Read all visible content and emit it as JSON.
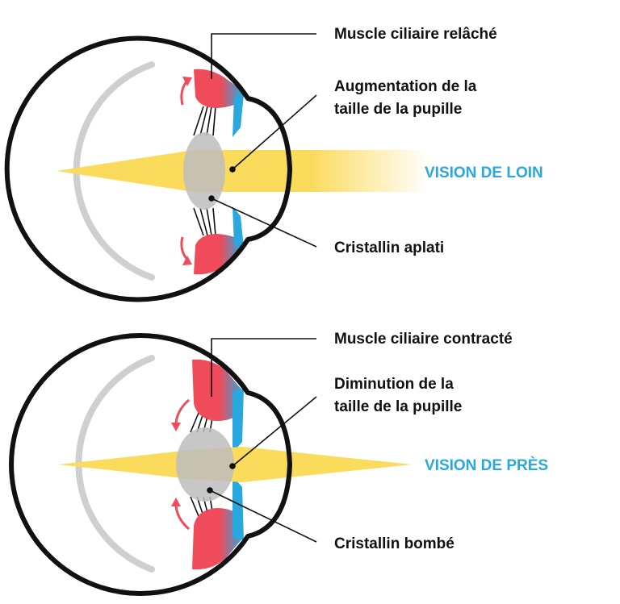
{
  "colors": {
    "outline": "#111111",
    "muscle": "#ef4b5a",
    "iris_blue": "#29a8df",
    "light_beam": "#fbdb5c",
    "lens_gray": "#c6c6c6",
    "sclera_inner_gray": "#cfcfcf",
    "vision_label": "#29a8df"
  },
  "far_vision": {
    "muscle_label": "Muscle ciliaire relâché",
    "pupil_label_line1": "Augmentation de la",
    "pupil_label_line2": "taille de la pupille",
    "lens_label": "Cristallin aplati",
    "vision_label": "VISION DE LOIN",
    "muscle_arrow_direction": "outward"
  },
  "near_vision": {
    "muscle_label": "Muscle ciliaire contracté",
    "pupil_label_line1": "Diminution de la",
    "pupil_label_line2": "taille de la pupille",
    "lens_label": "Cristallin bombé",
    "vision_label": "VISION DE PRÈS",
    "muscle_arrow_direction": "inward"
  },
  "icons": [
    "eye-cross-section-diagram",
    "rotation-arrow-icon"
  ]
}
